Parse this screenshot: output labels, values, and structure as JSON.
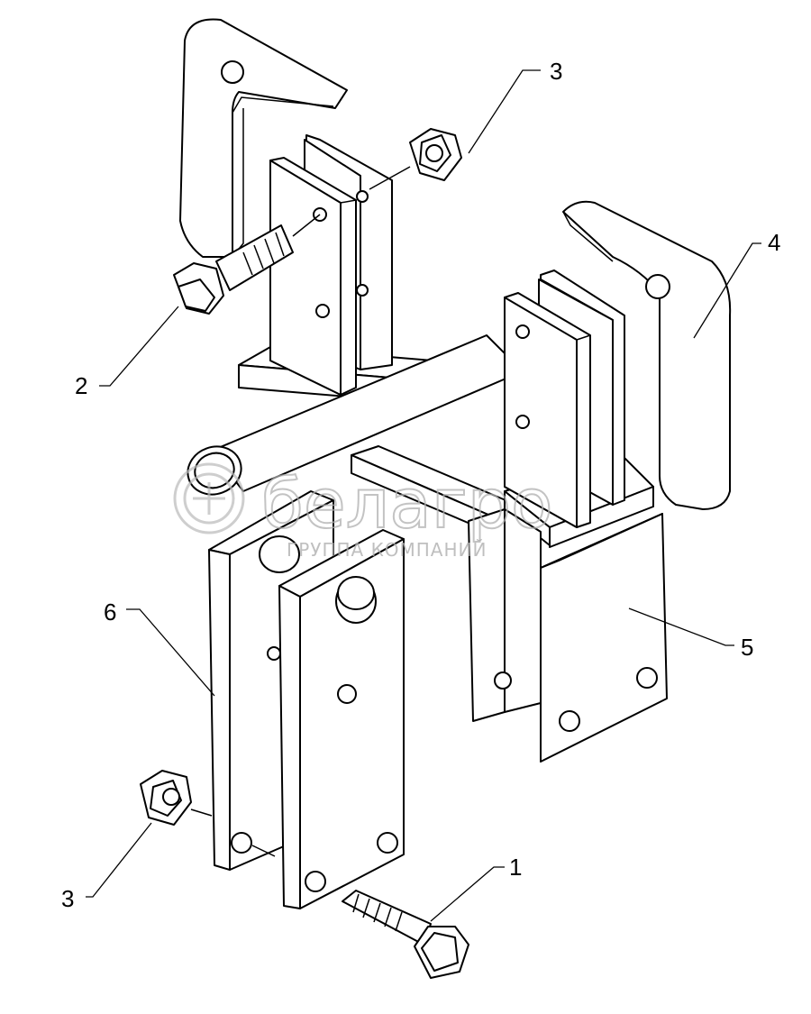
{
  "callouts": {
    "c1": "1",
    "c2": "2",
    "c3_top": "3",
    "c3_bottom": "3",
    "c4": "4",
    "c5": "5",
    "c6": "6"
  },
  "watermark": {
    "brand": "белагро",
    "subtitle": "ГРУППА КОМПАНИЙ"
  },
  "colors": {
    "line": "#000000",
    "background": "#ffffff",
    "watermark": "#b0b0b0"
  }
}
